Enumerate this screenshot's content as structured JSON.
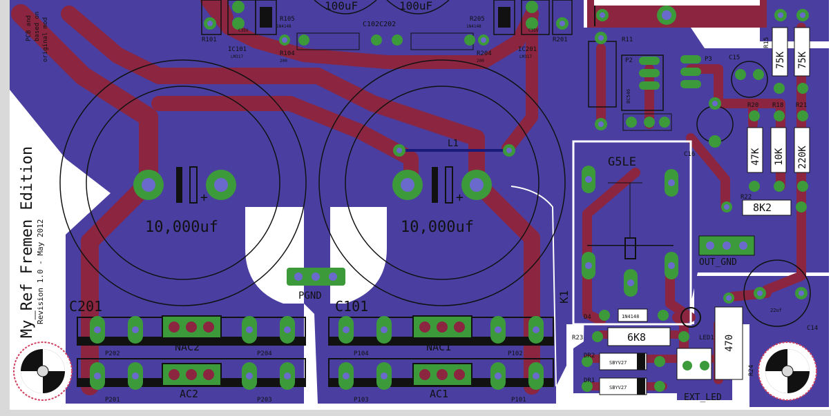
{
  "board": {
    "title": "My_Ref Fremen Edition",
    "revision": "Revision 1.0 - May 2012",
    "notes": [
      "PCB and",
      "based on",
      "original mod"
    ]
  },
  "labels": {
    "cap_left_value": "10,000uf",
    "cap_right_value": "10,000uf",
    "cap_top_left": "100uF",
    "cap_top_right": "100uF",
    "c102_c202": "C102C202",
    "c201": "C201",
    "c101": "C101",
    "pgnd": "PGND",
    "nac2": "NAC2",
    "ac2": "AC2",
    "nac1": "NAC1",
    "ac1": "AC1",
    "p202": "P202",
    "p204": "P204",
    "p201": "P201",
    "p203": "P203",
    "p104": "P104",
    "p102": "P102",
    "p103": "P103",
    "p101b": "P101",
    "g5le": "G5LE",
    "k1": "K1",
    "r11": "R11",
    "p2": "P2",
    "p3": "P3",
    "c15": "C15",
    "c16": "C16",
    "r15": "R15",
    "r20": "R20",
    "r18": "R18",
    "r21": "R21",
    "r22": "R22",
    "r23": "R23",
    "r24": "R24",
    "out_gnd": "OUT_GND",
    "ext_led": "EXT_LED",
    "led1": "LED1",
    "d4": "D4",
    "dr2": "DR2",
    "dr1": "DR1",
    "c14": "C14",
    "r101": "R101",
    "r104": "R104",
    "r105": "R105",
    "ic101": "IC101",
    "r205": "R205",
    "r204": "R204",
    "ic201": "IC201",
    "r201": "R201",
    "l1": "L1",
    "val_75k_a": "75K",
    "val_75k_b": "75K",
    "val_47k": "47K",
    "val_10k": "10K",
    "val_220k": "220K",
    "val_8k2": "8K2",
    "val_6k8": "6K8",
    "val_470": "470",
    "val_1n4148": "1N4148",
    "val_1n4148_top_a": "1N4148",
    "val_1n4148_top_b": "1N4148",
    "val_sby_a": "SBYV27",
    "val_sby_b": "SBYV27",
    "val_22uf": "22uf",
    "val_200_a": "200",
    "val_200_b": "200",
    "val_lm317_a": "LM317",
    "val_lm317_b": "LM317",
    "val_c33v_a": "C35V",
    "val_c33v_b": "C35V",
    "val_bc546": "BC546"
  },
  "colors": {
    "ground_fill": "#4a3ea0",
    "copper_trace": "#8b2540",
    "pad_green": "#3c9a3a",
    "via_inner": "#6a6acc",
    "silkscreen": "#111111",
    "board_white": "#ffffff"
  }
}
